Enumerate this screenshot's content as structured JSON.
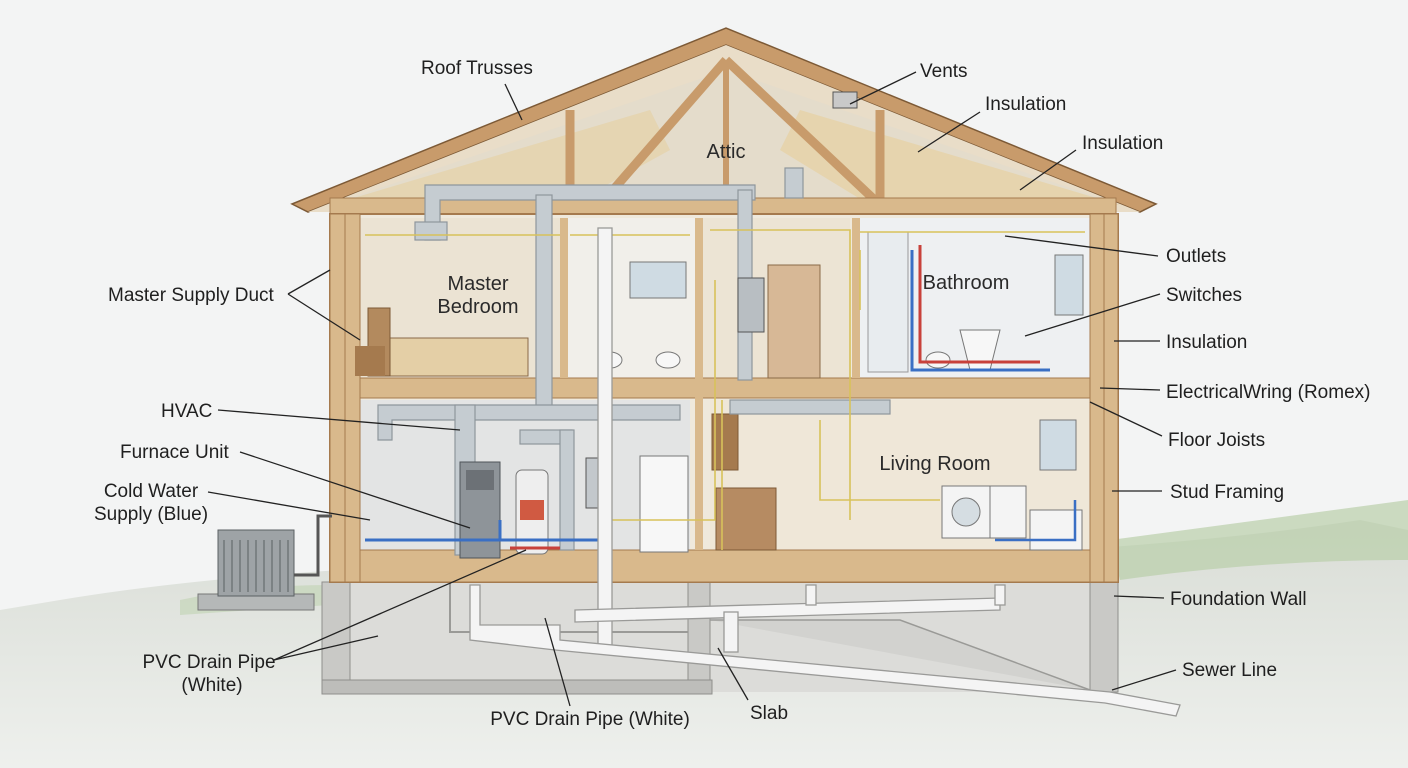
{
  "diagram": {
    "rooms": {
      "attic": "Attic",
      "master_line1": "Master",
      "master_line2": "Bedroom",
      "bathroom": "Bathroom",
      "living_room": "Living Room"
    },
    "labels": {
      "roof_trusses": "Roof Trusses",
      "vents": "Vents",
      "insulation_1": "Insulation",
      "insulation_2": "Insulation",
      "outlets": "Outlets",
      "switches": "Switches",
      "insulation_3": "Insulation",
      "electrical_wiring": "ElectricalWring (Romex)",
      "floor_joists": "Floor Joists",
      "stud_framing": "Stud Framing",
      "foundation_wall": "Foundation Wall",
      "sewer_line": "Sewer Line",
      "master_supply_duct": "Master Supply Duct",
      "hvac": "HVAC",
      "furnace_unit": "Furnace Unit",
      "cold_water_line1": "Cold Water",
      "cold_water_line2": "Supply (Blue)",
      "pvc_left_line1": "PVC Drain Pipe",
      "pvc_left_line2": "(White)",
      "pvc_bottom": "PVC Drain Pipe (White)",
      "slab": "Slab"
    },
    "colors": {
      "wood": "#d9b98c",
      "wood_dark": "#a57a4e",
      "duct": "#b9c0c6",
      "cold_water": "#3a6fc4",
      "hot_water": "#c8413b",
      "wiring": "#d8c25a",
      "pvc": "#f4f4f4",
      "concrete": "#c9c9c6"
    }
  }
}
